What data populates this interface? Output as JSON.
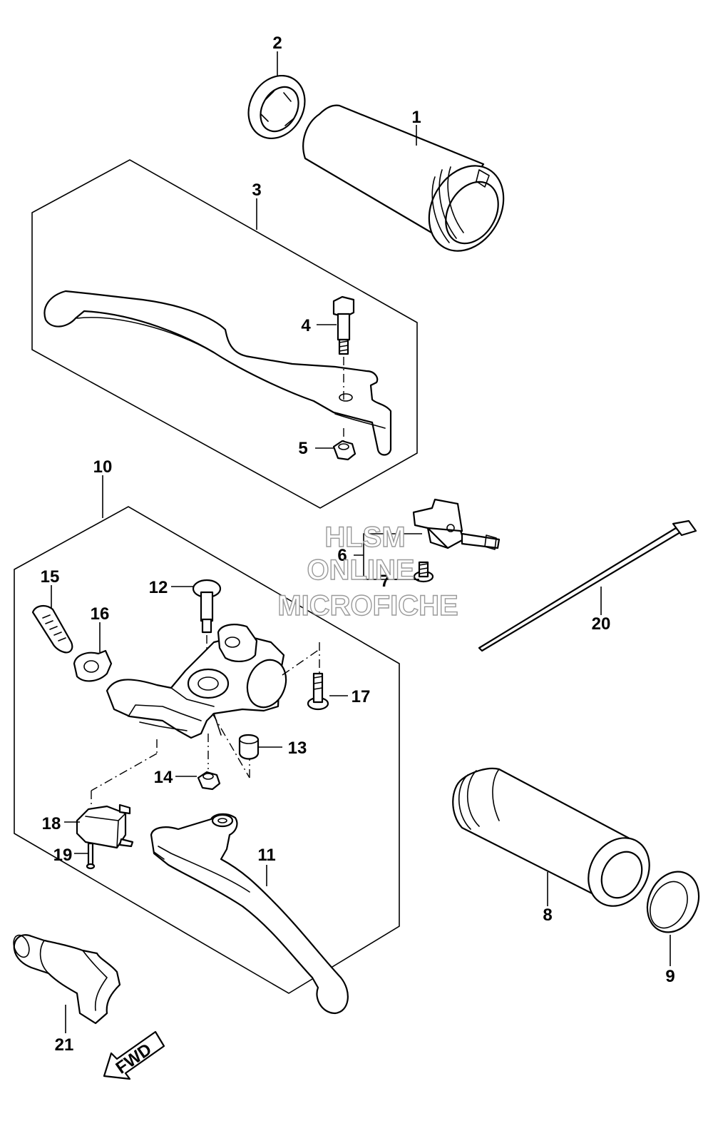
{
  "callouts": {
    "p1": "1",
    "p2": "2",
    "p3": "3",
    "p4": "4",
    "p5": "5",
    "p6": "6",
    "p7": "7",
    "p8": "8",
    "p9": "9",
    "p10": "10",
    "p11": "11",
    "p12": "12",
    "p13": "13",
    "p14": "14",
    "p15": "15",
    "p16": "16",
    "p17": "17",
    "p18": "18",
    "p19": "19",
    "p20": "20",
    "p21": "21"
  },
  "fwd_label": "FWD",
  "watermark": {
    "line1": "HLSM",
    "line2": "ONLINE",
    "line3": "MICROFICHE"
  }
}
